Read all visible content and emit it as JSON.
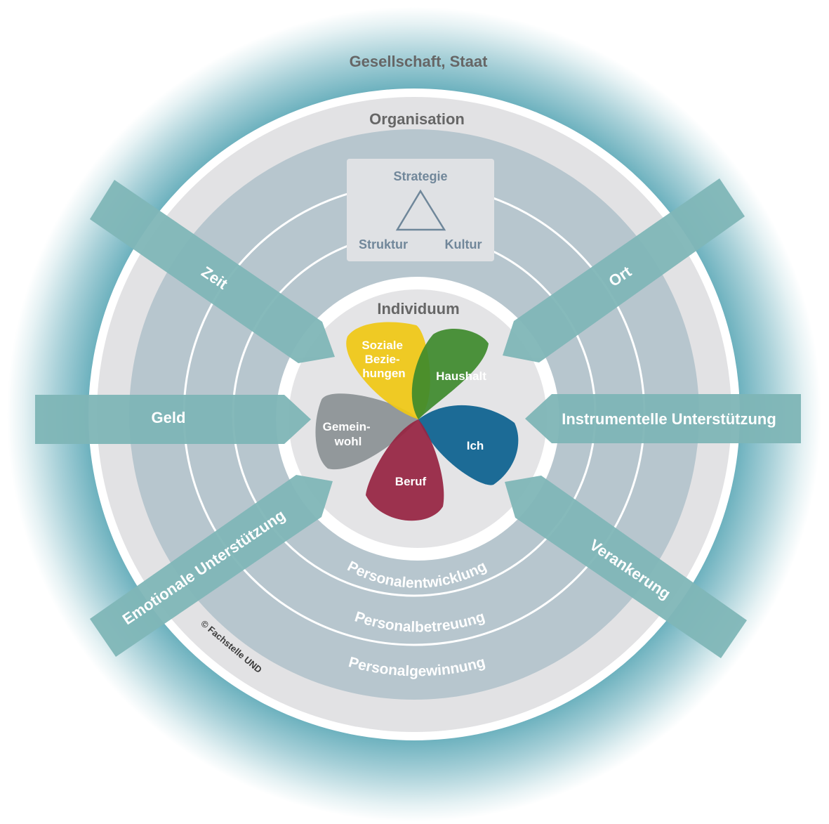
{
  "rings": {
    "outer": "Gesellschaft, Staat",
    "organisation": "Organisation",
    "individual": "Individuum"
  },
  "triangle": {
    "top": "Strategie",
    "left": "Struktur",
    "right": "Kultur"
  },
  "hr_bands": {
    "inner": "Personalentwicklung",
    "middle": "Personalbetreuung",
    "outer": "Personalgewinnung"
  },
  "arrows": {
    "upper_left": "Zeit",
    "upper_right": "Ort",
    "left": "Geld",
    "right": "Instrumentelle Unterstützung",
    "lower_left": "Emotionale Unterstützung",
    "lower_right": "Verankerung"
  },
  "petals": {
    "social": [
      "Soziale",
      "Bezie-",
      "hungen"
    ],
    "household": "Haushalt",
    "common_good": [
      "Gemein-",
      "wohl"
    ],
    "self": "Ich",
    "job": "Beruf"
  },
  "copyright": "© Fachstelle UND",
  "colors": {
    "outer_glow": "#4fa3b3",
    "white_ring": "#ffffff",
    "org_ring": "#e2e2e4",
    "hr_bands": "#b7c6ce",
    "arrows": "#7fb6b7",
    "individual_ring": "#e4e4e6",
    "social": "#f0c814",
    "household": "#3e8a2c",
    "common_good": "#8c9396",
    "self": "#0f6391",
    "job": "#972542"
  }
}
